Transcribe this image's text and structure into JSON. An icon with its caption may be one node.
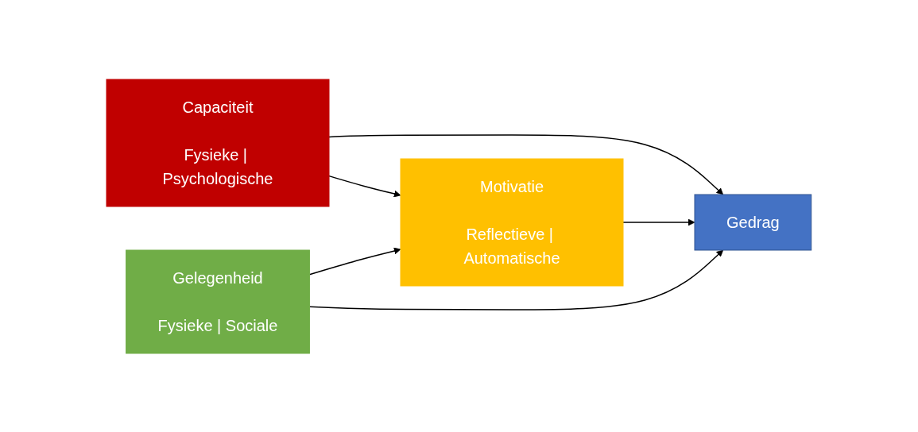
{
  "diagram": {
    "nodes": [
      {
        "text": [
          "Capaciteit",
          "Fysieke | Psychologische"
        ]
      },
      {
        "text": [
          "Motivatie",
          "Reflectieve | Automatische"
        ]
      },
      {
        "text": [
          "Gelegenheid",
          "Fysieke | Sociale"
        ]
      },
      {
        "text": [
          "Gedrag"
        ]
      }
    ],
    "edges": [
      {
        "from": 0,
        "to": 1,
        "arrow": "to"
      },
      {
        "from": 2,
        "to": 1,
        "arrow": "to"
      },
      {
        "from": 0,
        "to": 3,
        "arrow": "to"
      },
      {
        "from": 1,
        "to": 3,
        "arrow": "to"
      },
      {
        "from": 2,
        "to": 3,
        "arrow": "to"
      }
    ]
  }
}
